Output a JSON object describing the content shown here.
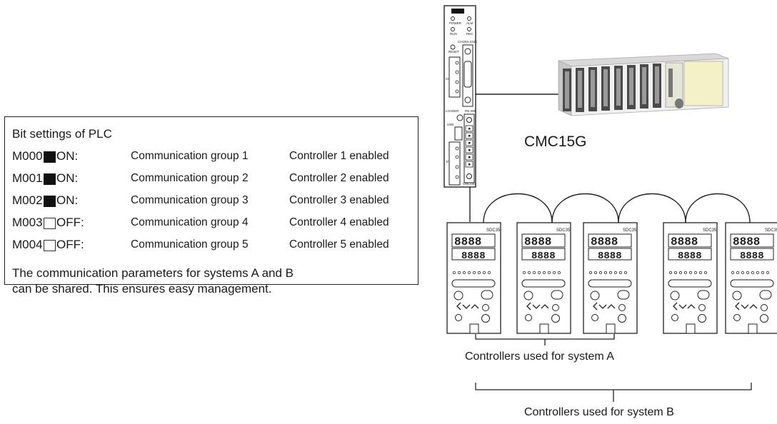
{
  "panel": {
    "title": "Bit settings of PLC",
    "rows": [
      {
        "address": "M000",
        "state": "ON:",
        "on": true,
        "group": "Communication group 1",
        "controller": "Controller 1 enabled"
      },
      {
        "address": "M001",
        "state": "ON:",
        "on": true,
        "group": "Communication group 2",
        "controller": "Controller 2 enabled"
      },
      {
        "address": "M002",
        "state": "ON:",
        "on": true,
        "group": "Communication group 3",
        "controller": "Controller 3 enabled"
      },
      {
        "address": "M003",
        "state": "OFF:",
        "on": false,
        "group": "Communication group 4",
        "controller": "Controller 4 enabled"
      },
      {
        "address": "M004",
        "state": "OFF:",
        "on": false,
        "group": "Communication group 5",
        "controller": "Controller 5 enabled"
      }
    ],
    "note_line1": "The communication parameters for systems A and B",
    "note_line2": "can be shared. This ensures easy management."
  },
  "module": {
    "name": "CMC15G",
    "panel_labels": {
      "power": "POWER",
      "alm": "ALM",
      "run": "RUN",
      "rec": "REC",
      "ch1": "CH1",
      "rs232c": "RS-232C",
      "reset": "RESET",
      "loader": "LOADER",
      "usb": "USB",
      "rs485": "RS-485",
      "ch2": "CH2",
      "ch3": "CH3",
      "ch": "CH",
      "ev": "EV",
      "model": "CMC15G"
    }
  },
  "controllers": {
    "model": "SDC35",
    "count": 5,
    "system_a_label": "Controllers used for system A",
    "system_b_label": "Controllers used for system B"
  }
}
